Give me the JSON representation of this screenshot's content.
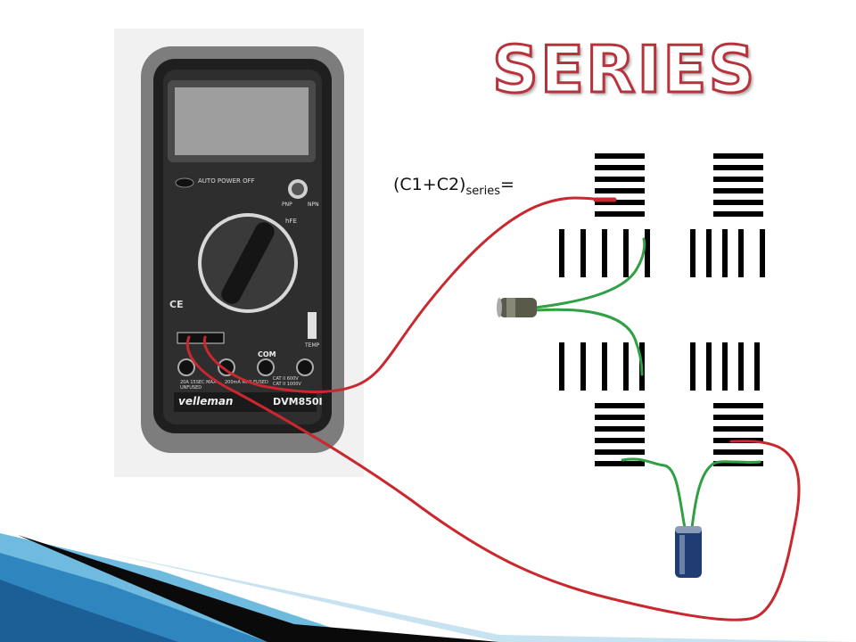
{
  "slide": {
    "title": "SERIES",
    "formula_main": "(C1+C2)",
    "formula_sub": "series",
    "formula_tail": "="
  },
  "meter": {
    "auto_power_off": "AUTO POWER OFF",
    "brand": "velleman",
    "model": "DVM850I",
    "com_label": "COM",
    "temp_label": "TEMP",
    "pnp": "PNP",
    "npn": "NPN",
    "hfe": "hFE",
    "cat_rating": "CAT II 600V\nCAT II 1000V",
    "fuse_20a": "20A 15SEC MAX UNFUSED",
    "fuse_200ma": "200mA MAX FUSED",
    "ce": "CE"
  },
  "colors": {
    "wire_red": "#c8282e",
    "wire_green": "#2fa043",
    "title_stroke": "#b8323b",
    "meter_body": "#2b2b2b",
    "meter_holster": "#7d7d7d"
  }
}
